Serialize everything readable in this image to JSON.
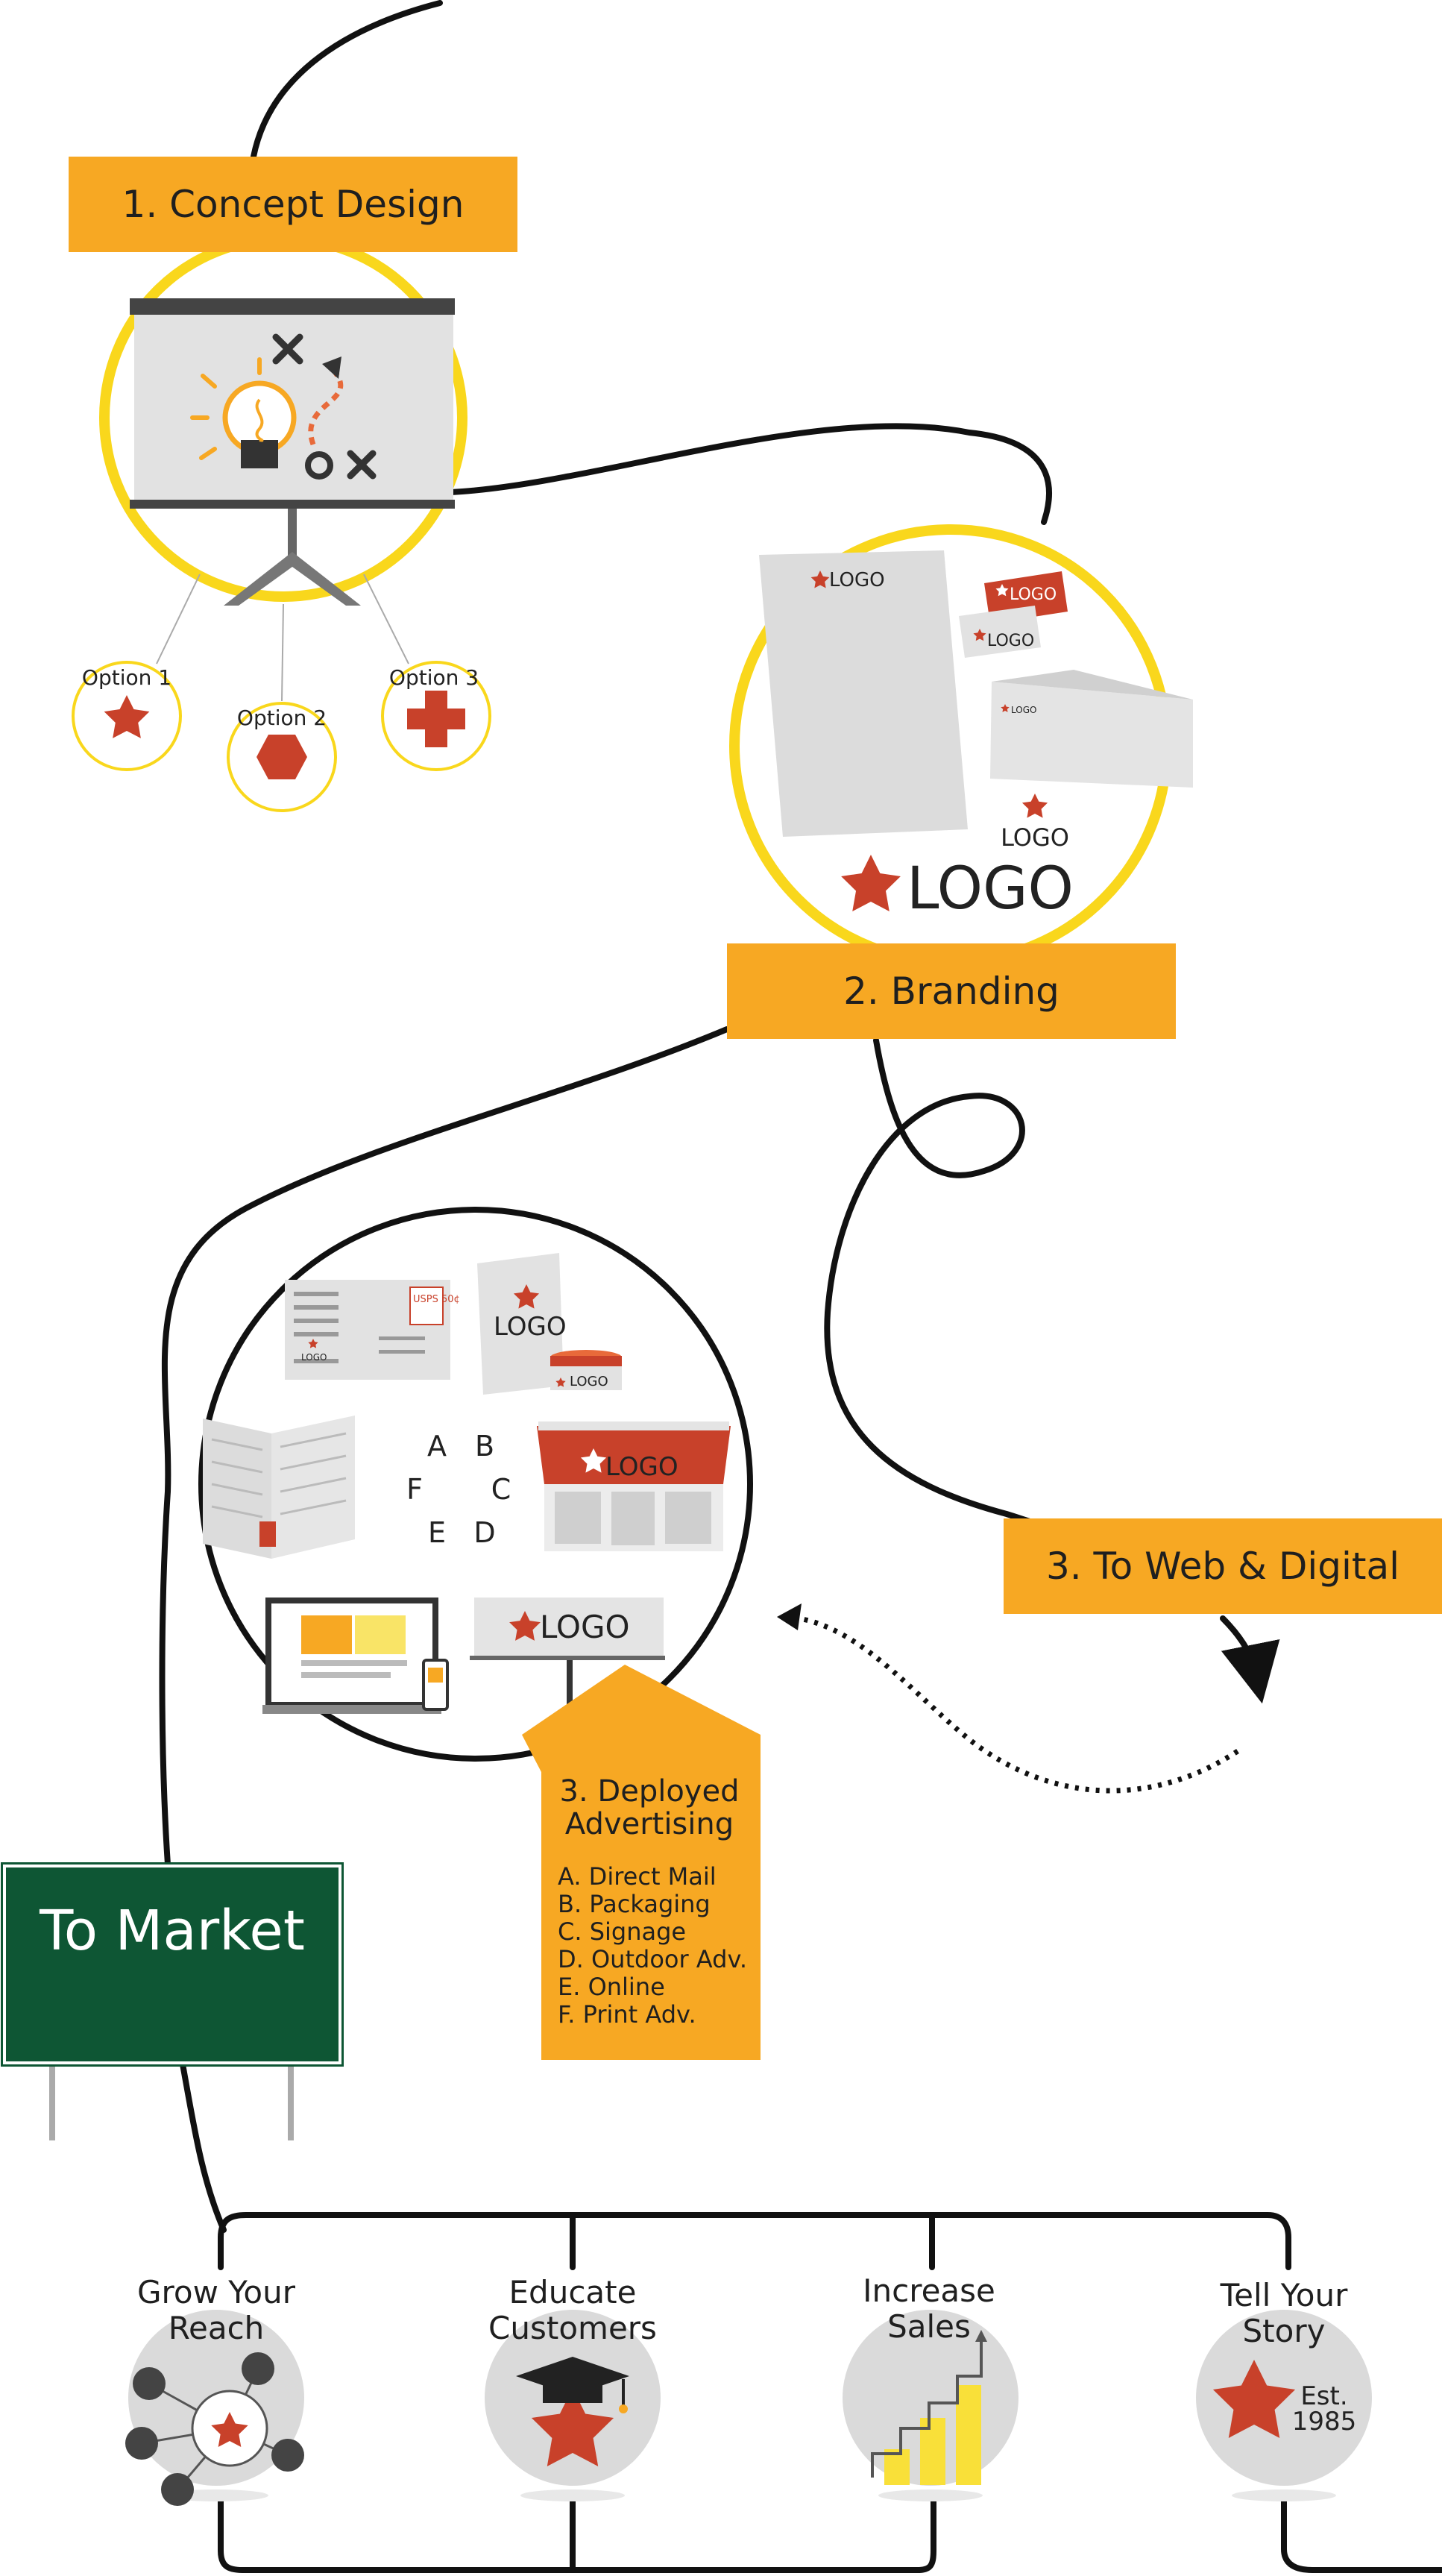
{
  "steps": {
    "concept": "1. Concept Design",
    "branding": "2. Branding",
    "web": "3. To Web & Digital",
    "deployed": "3. Deployed Advertising"
  },
  "options": [
    "Option 1",
    "Option 2",
    "Option 3"
  ],
  "logo_text": "LOGO",
  "stamp_text": "USPS 50¢",
  "ad_letters": [
    "A",
    "B",
    "C",
    "D",
    "E",
    "F"
  ],
  "advertising": [
    "A.  Direct Mail",
    "B.  Packaging",
    "C.  Signage",
    "D.  Outdoor Adv.",
    "E.  Online",
    "F.  Print Adv."
  ],
  "sign": "To Market",
  "goals": [
    {
      "line1": "Grow Your",
      "line2": "Reach",
      "icon": "people-network-icon"
    },
    {
      "line1": "Educate",
      "line2": "Customers",
      "icon": "graduation-cap-icon"
    },
    {
      "line1": "Increase",
      "line2": "Sales",
      "icon": "bar-chart-icon"
    },
    {
      "line1": "Tell Your",
      "line2": "Story",
      "icon": "star-icon"
    }
  ],
  "est_line1": "Est.",
  "est_line2": "1985",
  "colors": {
    "orange": "#F7A823",
    "yellow_ring": "#F9D71C",
    "brand_red": "#C8412A",
    "sign_green": "#0E5634",
    "line": "#111111",
    "gray": "#DADADA"
  }
}
